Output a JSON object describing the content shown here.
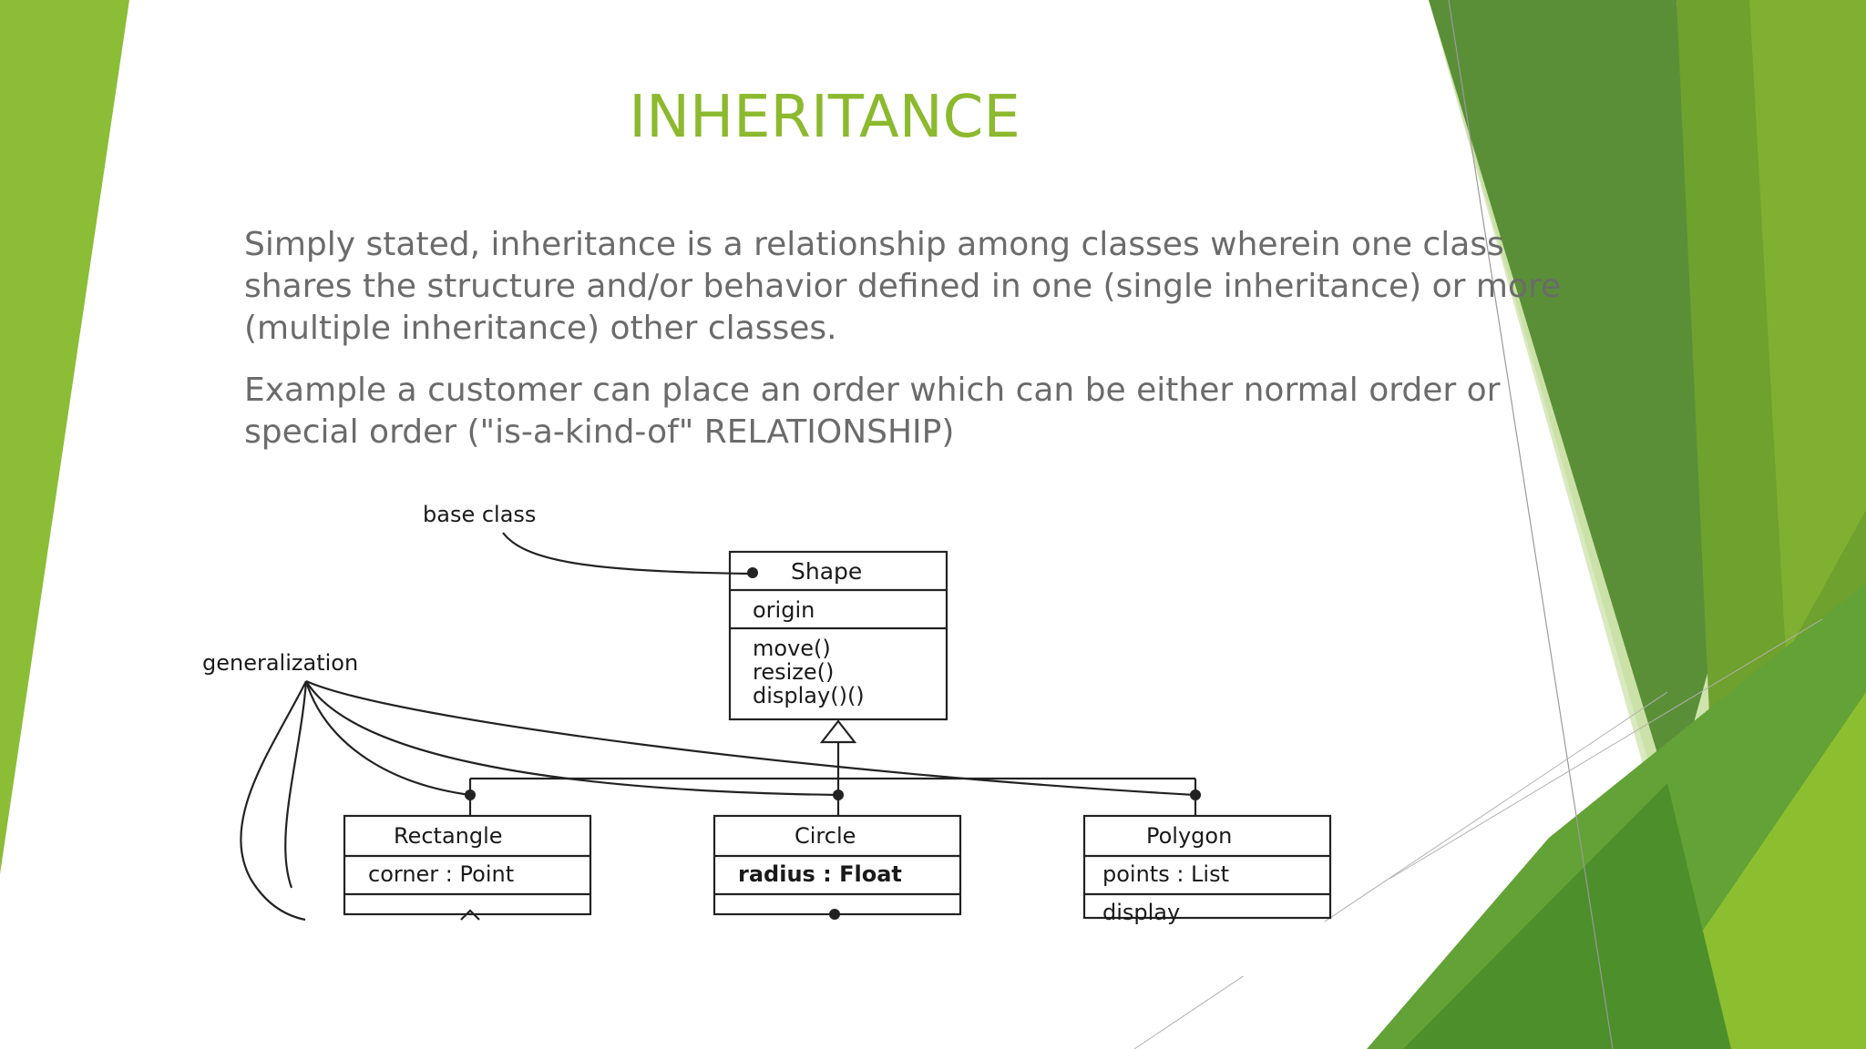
{
  "slide": {
    "title": "INHERITANCE",
    "paragraph1_lines": [
      "Simply stated, inheritance is a relationship among classes wherein one class",
      "shares the structure and/or behavior defined in one (single inheritance) or more",
      "(multiple inheritance) other classes."
    ],
    "paragraph2_lines": [
      "Example a customer can place an order which can be either normal order or",
      "special order (\"is-a-kind-of\" RELATIONSHIP)"
    ]
  },
  "diagram": {
    "label_base_class": "base class",
    "label_generalization": "generalization",
    "shape": {
      "name": "Shape",
      "attribute": "origin",
      "operations": [
        "move()",
        "resize()",
        "display()()"
      ]
    },
    "rectangle": {
      "name": "Rectangle",
      "attribute": "corner : Point"
    },
    "circle": {
      "name": "Circle",
      "attribute": "radius : Float"
    },
    "polygon": {
      "name": "Polygon",
      "attribute": "points : List",
      "operation": "display"
    }
  },
  "colors": {
    "title": "#8cb92e",
    "body_text": "#6b6b6b",
    "accent_green_light": "#8dc03a",
    "accent_green_dark": "#4e8a30"
  }
}
